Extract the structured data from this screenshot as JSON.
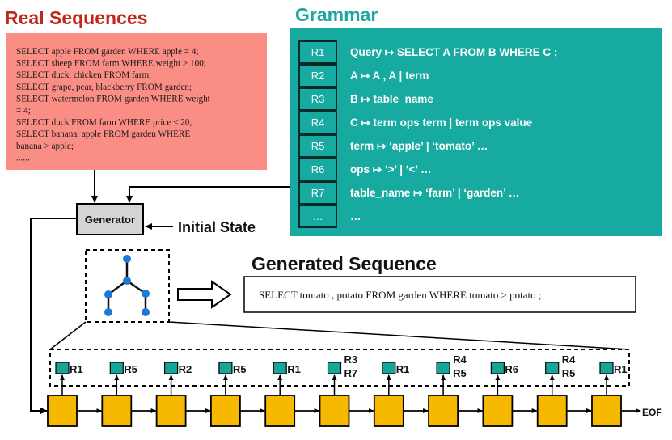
{
  "titles": {
    "real": "Real Sequences",
    "grammar": "Grammar",
    "generated": "Generated Sequence"
  },
  "real_sequences": [
    "SELECT apple FROM garden WHERE apple = 4;",
    "SELECT sheep FROM farm WHERE weight > 100;",
    "SELECT duck, chicken FROM farm;",
    "SELECT grape, pear, blackberry FROM garden;",
    "SELECT watermelon FROM garden WHERE weight",
    "= 4;",
    "SELECT duck FROM farm WHERE price < 20;",
    "SELECT banana, apple FROM garden WHERE",
    "banana >  apple;",
    "......"
  ],
  "grammar_rules": [
    {
      "id": "R1",
      "rule": "Query ↦  SELECT A FROM B WHERE C ;"
    },
    {
      "id": "R2",
      "rule": "A ↦  A , A | term"
    },
    {
      "id": "R3",
      "rule": "B ↦  table_name"
    },
    {
      "id": "R4",
      "rule": "C ↦  term ops term | term ops value"
    },
    {
      "id": "R5",
      "rule": "term ↦  ‘apple’ | ‘tomato’ …"
    },
    {
      "id": "R6",
      "rule": "ops ↦  ‘>’ | ‘<’ …"
    },
    {
      "id": "R7",
      "rule": "table_name ↦  ‘farm’ | ‘garden’ …"
    },
    {
      "id": "…",
      "rule": "…"
    }
  ],
  "generator_label": "Generator",
  "initial_state_label": "Initial State",
  "generated_sequence": "SELECT tomato ,  potato FROM garden WHERE tomato > potato ;",
  "eof_label": "EOF",
  "steps": [
    [
      "R1"
    ],
    [
      "R5"
    ],
    [
      "R2"
    ],
    [
      "R5"
    ],
    [
      "R1"
    ],
    [
      "R3",
      "R7"
    ],
    [
      "R1"
    ],
    [
      "R4",
      "R5"
    ],
    [
      "R6"
    ],
    [
      "R4",
      "R5"
    ],
    [
      "R1"
    ]
  ],
  "colors": {
    "title_real": "#c0281c",
    "title_grammar": "#1aa89c",
    "real_box": "#fa8d84",
    "grammar_box": "#17aaa0",
    "grammar_text": "#ffffff",
    "generator_box": "#d4d4d4",
    "tree_node": "#1e78d6",
    "step_box": "#f7b800",
    "rule_marker": "#16a596"
  }
}
